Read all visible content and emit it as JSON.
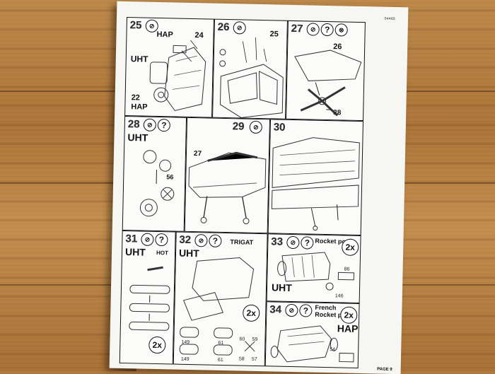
{
  "sheet": {
    "code": "04465",
    "page": "PAGE 9"
  },
  "steps": [
    {
      "number": "25",
      "labels": [
        "HAP",
        "UHT",
        "22",
        "HAP"
      ],
      "parts": [
        "24"
      ]
    },
    {
      "number": "26",
      "parts": [
        "25"
      ]
    },
    {
      "number": "27",
      "parts": [
        "26",
        "38"
      ]
    },
    {
      "number": "28",
      "labels": [
        "UHT"
      ],
      "parts": [
        "56"
      ]
    },
    {
      "number": "29",
      "parts": [
        "27"
      ]
    },
    {
      "number": "30"
    },
    {
      "number": "31",
      "labels": [
        "UHT",
        "HOT"
      ],
      "multiplier": "2x"
    },
    {
      "number": "32",
      "labels": [
        "UHT",
        "TRIGAT"
      ],
      "multiplier": "2x",
      "parts": [
        "149",
        "61",
        "60",
        "59",
        "149",
        "61",
        "58",
        "57"
      ]
    },
    {
      "number": "33",
      "labels": [
        "Rocket pod",
        "UHT"
      ],
      "multiplier": "2x",
      "parts": [
        "86",
        "146"
      ]
    },
    {
      "number": "34",
      "labels": [
        "French",
        "Rocket pod",
        "HAP"
      ],
      "multiplier": "2x",
      "parts": [
        "54"
      ]
    }
  ],
  "question_mark": "?"
}
